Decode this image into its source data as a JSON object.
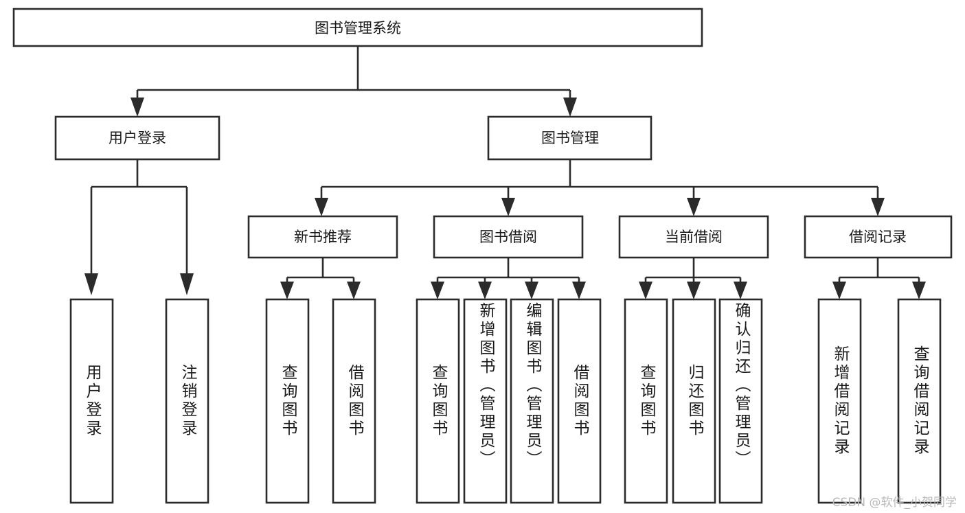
{
  "diagram": {
    "type": "tree",
    "title": "图书管理系统",
    "orientation": "top-down",
    "watermark": "CSDN @软件_小贺同学",
    "colors": {
      "box_stroke": "#2b2b2b",
      "box_fill": "#ffffff",
      "text": "#1a1a1a",
      "background": "#ffffff",
      "watermark": "#b9b9b9"
    },
    "levels": {
      "root": {
        "label": "图书管理系统"
      },
      "level2": [
        {
          "label": "用户登录"
        },
        {
          "label": "图书管理"
        }
      ],
      "level3": [
        {
          "label": "新书推荐",
          "parent": "图书管理"
        },
        {
          "label": "图书借阅",
          "parent": "图书管理"
        },
        {
          "label": "当前借阅",
          "parent": "图书管理"
        },
        {
          "label": "借阅记录",
          "parent": "图书管理"
        }
      ],
      "leaves": [
        {
          "label": "用户登录",
          "parent": "用户登录"
        },
        {
          "label": "注销登录",
          "parent": "用户登录"
        },
        {
          "label": "查询图书",
          "parent": "新书推荐"
        },
        {
          "label": "借阅图书",
          "parent": "新书推荐"
        },
        {
          "label": "查询图书",
          "parent": "图书借阅"
        },
        {
          "label": "新增图书（管理员）",
          "parent": "图书借阅"
        },
        {
          "label": "编辑图书（管理员）",
          "parent": "图书借阅"
        },
        {
          "label": "借阅图书",
          "parent": "图书借阅"
        },
        {
          "label": "查询图书",
          "parent": "当前借阅"
        },
        {
          "label": "归还图书",
          "parent": "当前借阅"
        },
        {
          "label": "确认归还（管理员）",
          "parent": "当前借阅"
        },
        {
          "label": "新增借阅记录",
          "parent": "借阅记录"
        },
        {
          "label": "查询借阅记录",
          "parent": "借阅记录"
        }
      ]
    }
  }
}
